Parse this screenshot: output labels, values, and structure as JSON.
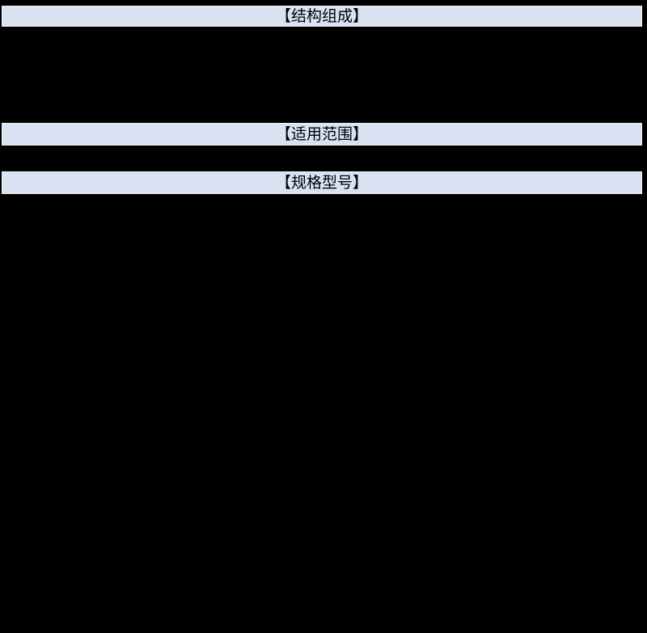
{
  "page": {
    "background_color": "#000000",
    "section_bar_fill": "#d9e2f3",
    "section_bar_border": "#eef2fa",
    "text_color": "#000000"
  },
  "sections": [
    {
      "label": "【结构组成】"
    },
    {
      "label": "【适用范围】"
    },
    {
      "label": "【规格型号】"
    }
  ]
}
